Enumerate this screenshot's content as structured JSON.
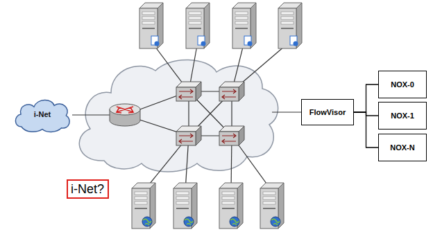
{
  "diagram": {
    "nodes": [
      {
        "text": [
          "i-Net"
        ]
      },
      {
        "text": [
          "FlowVisor"
        ]
      },
      {
        "text": [
          "NOX-0"
        ]
      },
      {
        "text": [
          "NOX-1"
        ]
      },
      {
        "text": [
          "NOX-N"
        ]
      },
      {
        "text": [
          "i-Net?"
        ]
      }
    ],
    "edges": [
      {
        "from": 1,
        "to": 2,
        "arrow": "none"
      },
      {
        "from": 1,
        "to": 3,
        "arrow": "none"
      },
      {
        "from": 1,
        "to": 4,
        "arrow": "none"
      }
    ]
  }
}
